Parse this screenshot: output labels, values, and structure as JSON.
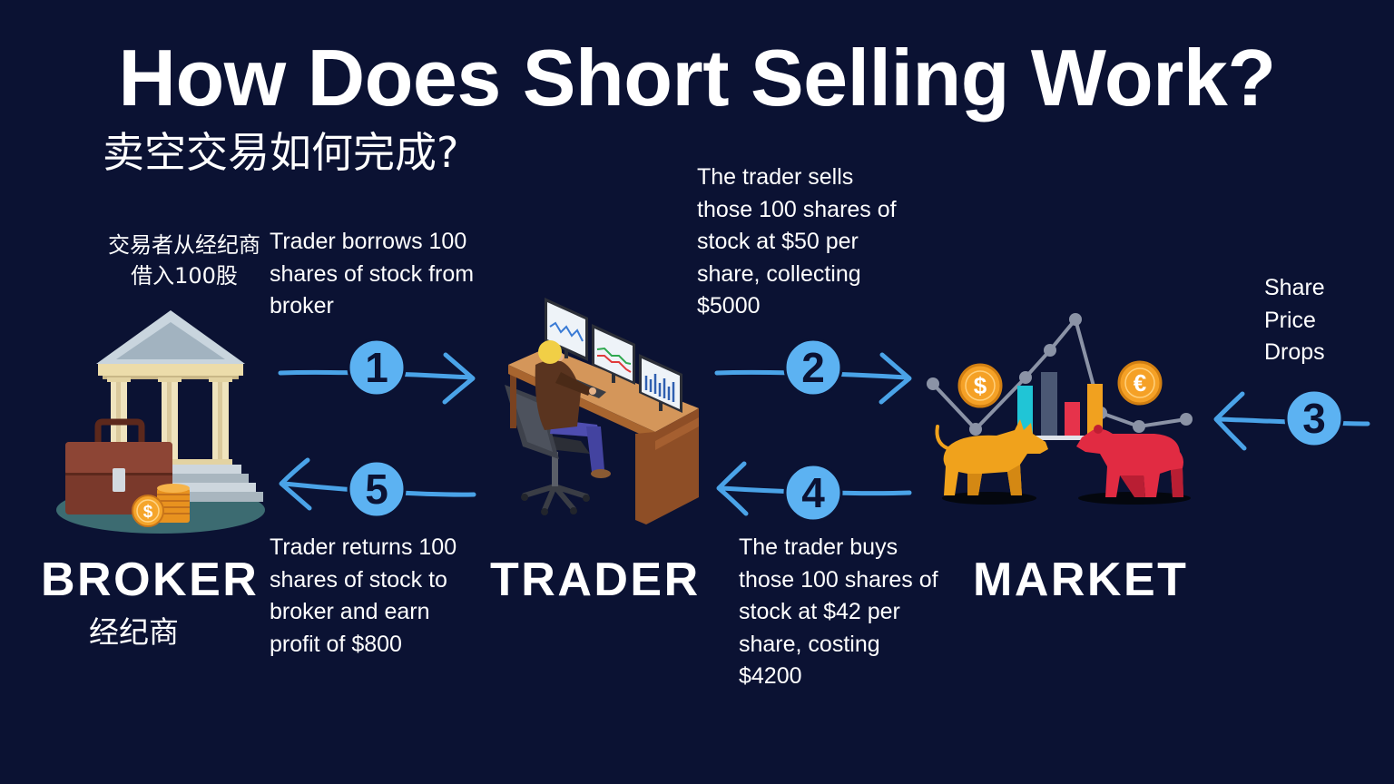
{
  "title": "How Does Short Selling Work?",
  "subtitle": "卖空交易如何完成?",
  "actors": {
    "broker": {
      "label": "BROKER",
      "label_cn": "经纪商",
      "icons": [
        "bank-building-icon",
        "briefcase-icon",
        "coin-stack-icon"
      ]
    },
    "trader": {
      "label": "TRADER",
      "icons": [
        "trader-at-desk-icon",
        "monitor-icon",
        "office-chair-icon"
      ]
    },
    "market": {
      "label": "MARKET",
      "icons": [
        "bull-icon",
        "bear-icon",
        "bar-chart-icon",
        "dollar-coin-icon",
        "euro-coin-icon"
      ]
    }
  },
  "steps": [
    {
      "number": "1",
      "arrow_icon": "arrow-right-icon",
      "lines": [
        "Trader borrows 100",
        "shares of stock from",
        "broker"
      ],
      "lines_cn": [
        "交易者从经纪商",
        "借入100股"
      ]
    },
    {
      "number": "2",
      "arrow_icon": "arrow-right-icon",
      "lines": [
        "The trader sells",
        "those 100 shares of",
        "stock at $50 per",
        "share, collecting",
        "$5000"
      ]
    },
    {
      "number": "3",
      "arrow_icon": "arrow-left-icon",
      "lines": [
        "Share",
        "Price",
        "Drops"
      ]
    },
    {
      "number": "4",
      "arrow_icon": "arrow-left-icon",
      "lines": [
        "The trader buys",
        "those 100 shares of",
        "stock at $42 per",
        "share, costing",
        "$4200"
      ]
    },
    {
      "number": "5",
      "arrow_icon": "arrow-left-icon",
      "lines": [
        "Trader returns 100",
        "shares of stock to",
        "broker and earn",
        "profit of $800"
      ]
    }
  ],
  "coin_symbols": {
    "broker_coin": "$",
    "market_dollar_coin": "$",
    "market_euro_coin": "€"
  },
  "colors": {
    "background": "#0b1233",
    "text": "#ffffff",
    "arrow": "#4aa3e8",
    "badge": "#5cb2f2",
    "badge_number": "#0b1233"
  }
}
